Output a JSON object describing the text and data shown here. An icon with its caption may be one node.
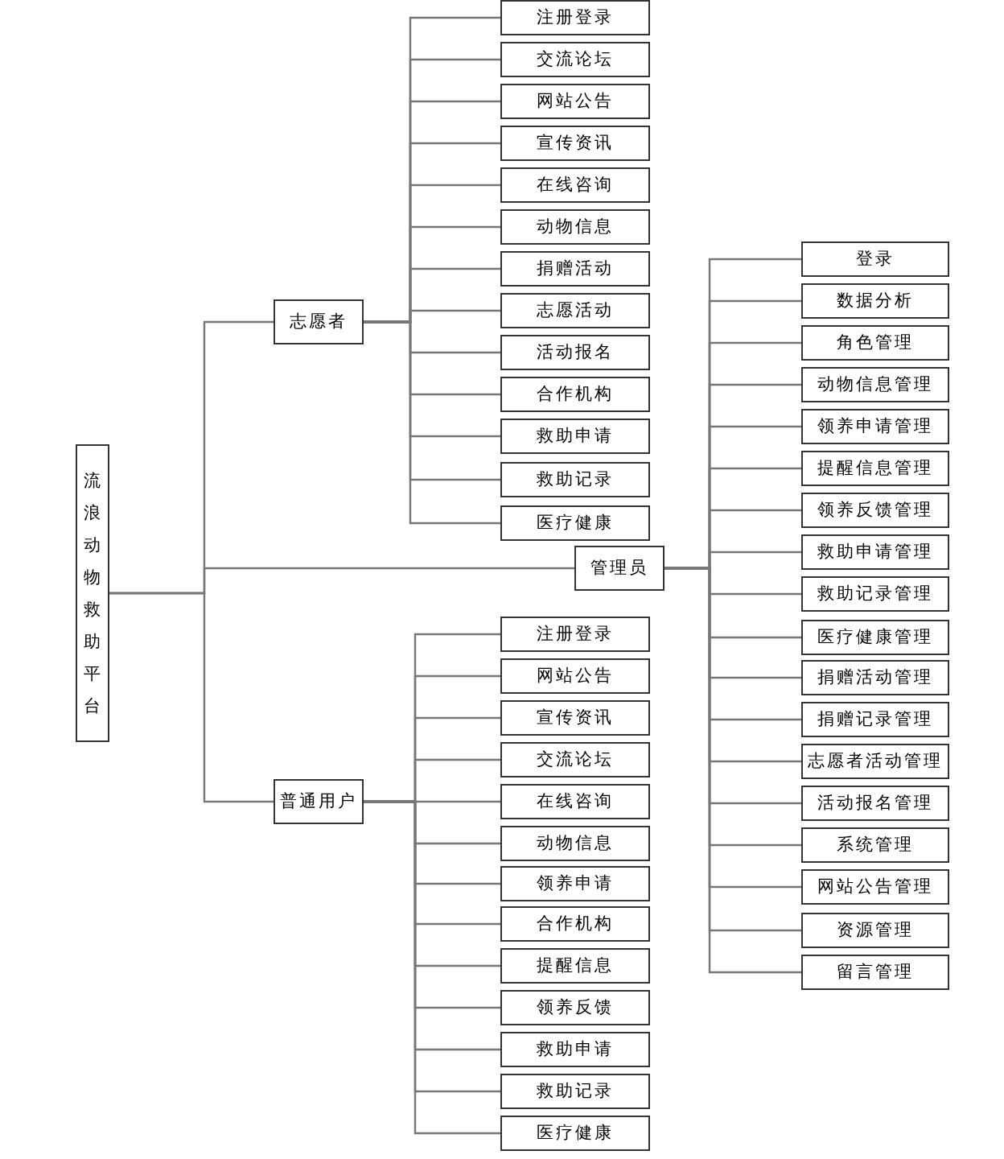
{
  "diagram": {
    "nodes": [
      {
        "text": [
          "流浪动物救助平台"
        ]
      },
      {
        "text": [
          "志愿者"
        ]
      },
      {
        "text": [
          "注册登录"
        ]
      },
      {
        "text": [
          "交流论坛"
        ]
      },
      {
        "text": [
          "网站公告"
        ]
      },
      {
        "text": [
          "宣传资讯"
        ]
      },
      {
        "text": [
          "在线咨询"
        ]
      },
      {
        "text": [
          "动物信息"
        ]
      },
      {
        "text": [
          "捐赠活动"
        ]
      },
      {
        "text": [
          "志愿活动"
        ]
      },
      {
        "text": [
          "活动报名"
        ]
      },
      {
        "text": [
          "合作机构"
        ]
      },
      {
        "text": [
          "救助申请"
        ]
      },
      {
        "text": [
          "救助记录"
        ]
      },
      {
        "text": [
          "医疗健康"
        ]
      },
      {
        "text": [
          "管理员"
        ]
      },
      {
        "text": [
          "登录"
        ]
      },
      {
        "text": [
          "数据分析"
        ]
      },
      {
        "text": [
          "角色管理"
        ]
      },
      {
        "text": [
          "动物信息管理"
        ]
      },
      {
        "text": [
          "领养申请管理"
        ]
      },
      {
        "text": [
          "提醒信息管理"
        ]
      },
      {
        "text": [
          "领养反馈管理"
        ]
      },
      {
        "text": [
          "救助申请管理"
        ]
      },
      {
        "text": [
          "救助记录管理"
        ]
      },
      {
        "text": [
          "医疗健康管理"
        ]
      },
      {
        "text": [
          "捐赠活动管理"
        ]
      },
      {
        "text": [
          "捐赠记录管理"
        ]
      },
      {
        "text": [
          "志愿者活动管理"
        ]
      },
      {
        "text": [
          "活动报名管理"
        ]
      },
      {
        "text": [
          "系统管理"
        ]
      },
      {
        "text": [
          "网站公告管理"
        ]
      },
      {
        "text": [
          "资源管理"
        ]
      },
      {
        "text": [
          "留言管理"
        ]
      },
      {
        "text": [
          "普通用户"
        ]
      },
      {
        "text": [
          "注册登录"
        ]
      },
      {
        "text": [
          "网站公告"
        ]
      },
      {
        "text": [
          "宣传资讯"
        ]
      },
      {
        "text": [
          "交流论坛"
        ]
      },
      {
        "text": [
          "在线咨询"
        ]
      },
      {
        "text": [
          "动物信息"
        ]
      },
      {
        "text": [
          "领养申请"
        ]
      },
      {
        "text": [
          "合作机构"
        ]
      },
      {
        "text": [
          "提醒信息"
        ]
      },
      {
        "text": [
          "领养反馈"
        ]
      },
      {
        "text": [
          "救助申请"
        ]
      },
      {
        "text": [
          "救助记录"
        ]
      },
      {
        "text": [
          "医疗健康"
        ]
      }
    ],
    "edges": [
      {
        "from": 0,
        "to": 1,
        "arrow": "none"
      },
      {
        "from": 0,
        "to": 15,
        "arrow": "none"
      },
      {
        "from": 0,
        "to": 34,
        "arrow": "none"
      },
      {
        "from": 1,
        "to": 2,
        "arrow": "none"
      },
      {
        "from": 1,
        "to": 3,
        "arrow": "none"
      },
      {
        "from": 1,
        "to": 4,
        "arrow": "none"
      },
      {
        "from": 1,
        "to": 5,
        "arrow": "none"
      },
      {
        "from": 1,
        "to": 6,
        "arrow": "none"
      },
      {
        "from": 1,
        "to": 7,
        "arrow": "none"
      },
      {
        "from": 1,
        "to": 8,
        "arrow": "none"
      },
      {
        "from": 1,
        "to": 9,
        "arrow": "none"
      },
      {
        "from": 1,
        "to": 10,
        "arrow": "none"
      },
      {
        "from": 1,
        "to": 11,
        "arrow": "none"
      },
      {
        "from": 1,
        "to": 12,
        "arrow": "none"
      },
      {
        "from": 1,
        "to": 13,
        "arrow": "none"
      },
      {
        "from": 1,
        "to": 14,
        "arrow": "none"
      },
      {
        "from": 15,
        "to": 16,
        "arrow": "none"
      },
      {
        "from": 15,
        "to": 17,
        "arrow": "none"
      },
      {
        "from": 15,
        "to": 18,
        "arrow": "none"
      },
      {
        "from": 15,
        "to": 19,
        "arrow": "none"
      },
      {
        "from": 15,
        "to": 20,
        "arrow": "none"
      },
      {
        "from": 15,
        "to": 21,
        "arrow": "none"
      },
      {
        "from": 15,
        "to": 22,
        "arrow": "none"
      },
      {
        "from": 15,
        "to": 23,
        "arrow": "none"
      },
      {
        "from": 15,
        "to": 24,
        "arrow": "none"
      },
      {
        "from": 15,
        "to": 25,
        "arrow": "none"
      },
      {
        "from": 15,
        "to": 26,
        "arrow": "none"
      },
      {
        "from": 15,
        "to": 27,
        "arrow": "none"
      },
      {
        "from": 15,
        "to": 28,
        "arrow": "none"
      },
      {
        "from": 15,
        "to": 29,
        "arrow": "none"
      },
      {
        "from": 15,
        "to": 30,
        "arrow": "none"
      },
      {
        "from": 15,
        "to": 31,
        "arrow": "none"
      },
      {
        "from": 15,
        "to": 32,
        "arrow": "none"
      },
      {
        "from": 15,
        "to": 33,
        "arrow": "none"
      },
      {
        "from": 34,
        "to": 35,
        "arrow": "none"
      },
      {
        "from": 34,
        "to": 36,
        "arrow": "none"
      },
      {
        "from": 34,
        "to": 37,
        "arrow": "none"
      },
      {
        "from": 34,
        "to": 38,
        "arrow": "none"
      },
      {
        "from": 34,
        "to": 39,
        "arrow": "none"
      },
      {
        "from": 34,
        "to": 40,
        "arrow": "none"
      },
      {
        "from": 34,
        "to": 41,
        "arrow": "none"
      },
      {
        "from": 34,
        "to": 42,
        "arrow": "none"
      },
      {
        "from": 34,
        "to": 43,
        "arrow": "none"
      },
      {
        "from": 34,
        "to": 44,
        "arrow": "none"
      },
      {
        "from": 34,
        "to": 45,
        "arrow": "none"
      },
      {
        "from": 34,
        "to": 46,
        "arrow": "none"
      },
      {
        "from": 34,
        "to": 47,
        "arrow": "none"
      }
    ]
  }
}
